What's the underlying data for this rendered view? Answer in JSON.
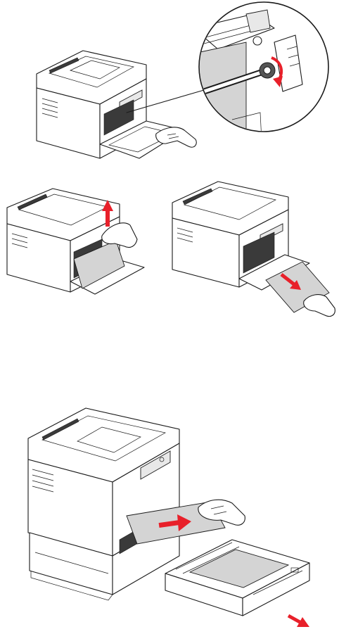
{
  "colors": {
    "arrow": "#e8202a",
    "paper": "#d4d4d4",
    "line": "#1a1a1a",
    "background": "#ffffff"
  },
  "panels": [
    {
      "id": "open-front-cover-detail",
      "arrow_icon": "rotate-arrow-icon"
    },
    {
      "id": "pull-paper-upward",
      "arrow_icon": "arrow-up-icon"
    },
    {
      "id": "pull-paper-out-front",
      "arrow_icon": "arrow-down-right-icon"
    },
    {
      "id": "remove-tray-paper",
      "arrow_icon": "arrow-right-icon"
    }
  ]
}
